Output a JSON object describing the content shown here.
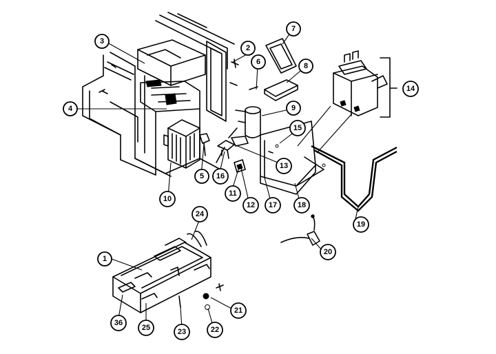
{
  "callouts": [
    {
      "id": "c3",
      "label": "3"
    },
    {
      "id": "c2",
      "label": "2"
    },
    {
      "id": "c6",
      "label": "6"
    },
    {
      "id": "c7",
      "label": "7"
    },
    {
      "id": "c8",
      "label": "8"
    },
    {
      "id": "c9",
      "label": "9"
    },
    {
      "id": "c4",
      "label": "4"
    },
    {
      "id": "c15",
      "label": "15"
    },
    {
      "id": "c13",
      "label": "13"
    },
    {
      "id": "c5",
      "label": "5"
    },
    {
      "id": "c16",
      "label": "16"
    },
    {
      "id": "c11",
      "label": "11"
    },
    {
      "id": "c12",
      "label": "12"
    },
    {
      "id": "c17",
      "label": "17"
    },
    {
      "id": "c18",
      "label": "18"
    },
    {
      "id": "c19",
      "label": "19"
    },
    {
      "id": "c10",
      "label": "10"
    },
    {
      "id": "c14",
      "label": "14"
    },
    {
      "id": "c24",
      "label": "24"
    },
    {
      "id": "c1",
      "label": "1"
    },
    {
      "id": "c20",
      "label": "20"
    },
    {
      "id": "c21",
      "label": "21"
    },
    {
      "id": "c36",
      "label": "36"
    },
    {
      "id": "c25",
      "label": "25"
    },
    {
      "id": "c23",
      "label": "23"
    },
    {
      "id": "c22",
      "label": "22"
    }
  ]
}
